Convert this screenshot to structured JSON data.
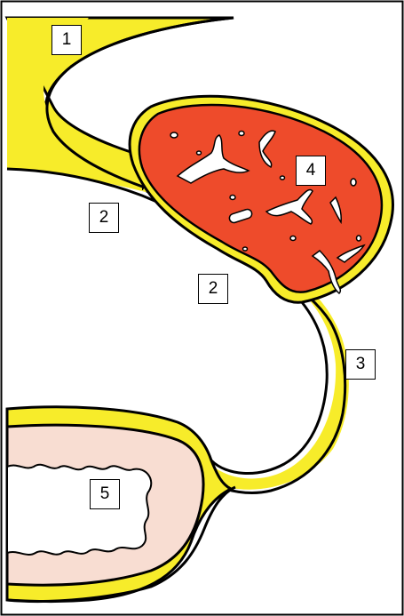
{
  "labels": {
    "l1": "1",
    "l2a": "2",
    "l2b": "2",
    "l3": "3",
    "l4": "4",
    "l5": "5"
  },
  "colors": {
    "fat": "#f7ec2a",
    "organ": "#ee4b2b",
    "intestine": "#f8ddd2",
    "outline": "#000000",
    "background": "#ffffff"
  }
}
